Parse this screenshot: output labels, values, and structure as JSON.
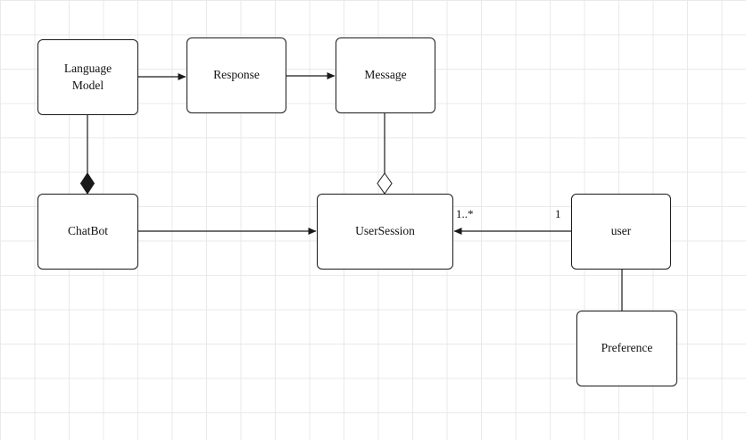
{
  "diagram": {
    "nodes": {
      "language_model": {
        "label": "Language Model"
      },
      "response": {
        "label": "Response"
      },
      "message": {
        "label": "Message"
      },
      "chatbot": {
        "label": "ChatBot"
      },
      "user_session": {
        "label": "UserSession"
      },
      "user": {
        "label": "user"
      },
      "preference": {
        "label": "Preference"
      }
    },
    "edge_labels": {
      "user_session_multiplicity": "1..*",
      "user_multiplicity": "1"
    },
    "colors": {
      "canvas_bg": "#ffffff",
      "grid_line": "#e9e9e9",
      "node_fill": "#ffffff",
      "node_border": "#1a1a1a",
      "connector": "#1a1a1a",
      "composition_diamond_fill": "#1a1a1a",
      "aggregation_diamond_fill": "#ffffff"
    }
  }
}
